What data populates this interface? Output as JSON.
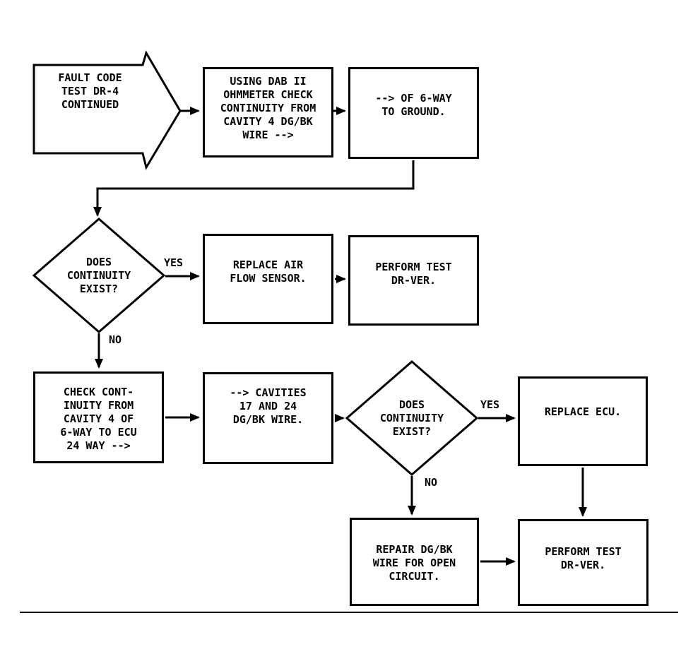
{
  "title": "Fault code test DR-4 diagnostic flowchart",
  "colors": {
    "ink": "#000000",
    "background": "#ffffff"
  },
  "nodes": {
    "start": {
      "label": "FAULT CODE\nTEST DR-4\nCONTINUED"
    },
    "ohmmeter_check": {
      "label": "USING DAB II\nOHMMETER CHECK\nCONTINUITY FROM\nCAVITY 4 DG/BK\nWIRE -->"
    },
    "to_ground": {
      "label": "--> OF 6-WAY\nTO GROUND."
    },
    "decision_1": {
      "label": "DOES\nCONTINUITY\nEXIST?",
      "yes_label": "YES",
      "no_label": "NO"
    },
    "replace_air_flow": {
      "label": "REPLACE AIR\nFLOW SENSOR."
    },
    "perform_test_1": {
      "label": "PERFORM TEST\nDR-VER."
    },
    "check_continuity_ecu": {
      "label": "CHECK CONT-\nINUITY FROM\nCAVITY 4 OF\n6-WAY TO ECU\n24 WAY -->"
    },
    "cavities": {
      "label": "--> CAVITIES\n17 AND 24\nDG/BK WIRE."
    },
    "decision_2": {
      "label": "DOES\nCONTINUITY\nEXIST?",
      "yes_label": "YES",
      "no_label": "NO"
    },
    "replace_ecu": {
      "label": "REPLACE ECU."
    },
    "repair_wire": {
      "label": "REPAIR DG/BK\nWIRE FOR OPEN\nCIRCUIT."
    },
    "perform_test_2": {
      "label": "PERFORM TEST\nDR-VER."
    }
  }
}
